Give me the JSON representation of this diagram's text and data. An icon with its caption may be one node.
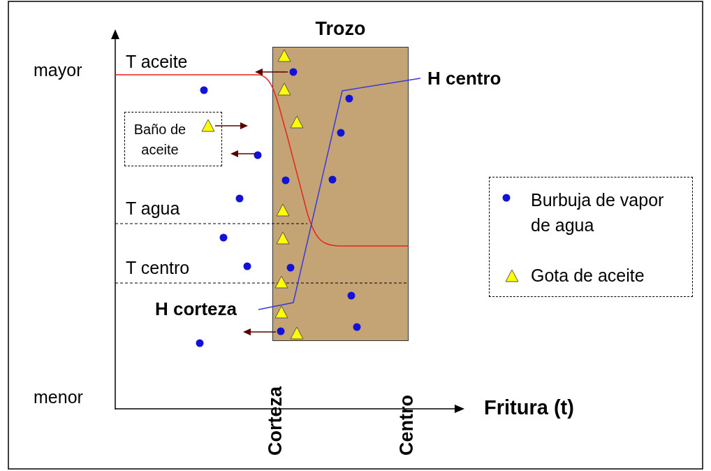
{
  "diagram": {
    "nodes": [
      {
        "text": [
          "Trozo"
        ]
      },
      {
        "text": [
          "Baño de aceite"
        ]
      }
    ],
    "edges": [],
    "labels": [
      "mayor",
      "T aceite",
      "H centro",
      "T agua",
      "T centro",
      "H corteza",
      "menor",
      "Corteza",
      "Centro",
      "Fritura (t)"
    ],
    "legend": [
      {
        "text": "Burbuja de vapor de agua"
      },
      {
        "text": "Gota de aceite"
      }
    ]
  }
}
